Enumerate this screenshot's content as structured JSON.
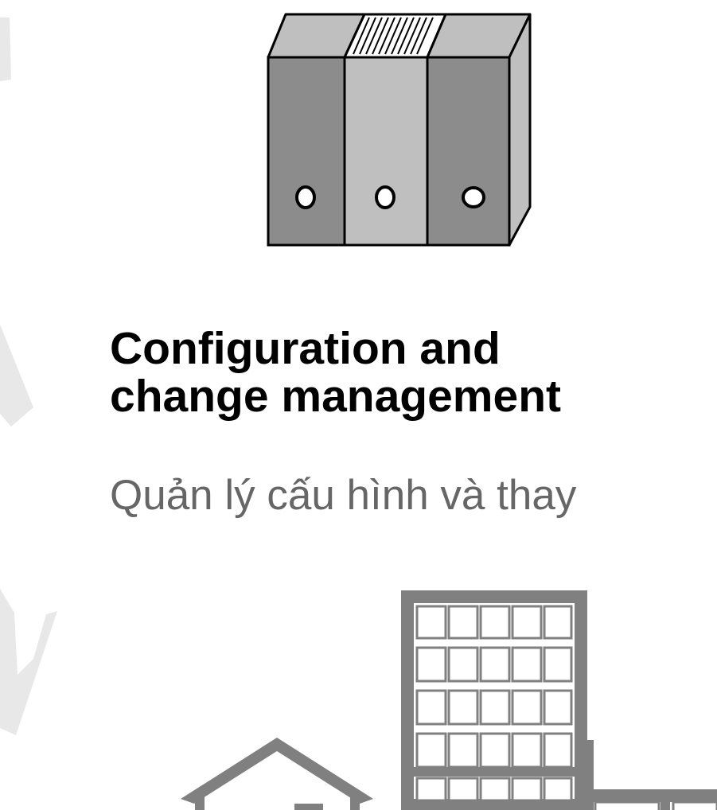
{
  "heading": {
    "line1": "Configuration and",
    "line2": "change management"
  },
  "subheading": "Quản lý cấu hình và thay",
  "icons": {
    "top": "binders-icon",
    "bottom_left": "house-icon",
    "bottom_center": "office-building-icon",
    "background": "cycle-arrow-icon"
  },
  "colors": {
    "heading": "#000000",
    "subheading": "#666666",
    "binder_dark": "#8c8c8c",
    "binder_light": "#bfbfbf",
    "building": "#808080",
    "arrow": "#e8e8e8"
  }
}
